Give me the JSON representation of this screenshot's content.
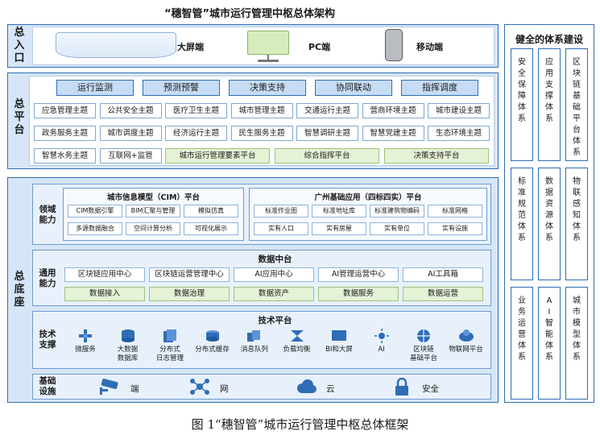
{
  "title": "“穗智管”城市运行管理中枢总体架构",
  "caption": "图 1“穗智管”城市运行管理中枢总体框架",
  "entry": {
    "label": "总入口",
    "items": [
      {
        "label": "大屏端",
        "icon": "large-screen-icon"
      },
      {
        "label": "PC端",
        "icon": "monitor-icon"
      },
      {
        "label": "移动端",
        "icon": "mobile-icon"
      }
    ]
  },
  "platform": {
    "label": "总平台",
    "tabs": [
      "运行监测",
      "预测预警",
      "决策支持",
      "协同联动",
      "指挥调度"
    ],
    "row1": [
      "应急管理主题",
      "公共安全主题",
      "医疗卫生主题",
      "城市管理主题",
      "交通运行主题",
      "营商环境主题",
      "城市建设主题"
    ],
    "row2": [
      "政务服务主题",
      "城市调度主题",
      "经济运行主题",
      "民生服务主题",
      "智慧调研主题",
      "智慧党建主题",
      "生态环境主题"
    ],
    "row3": [
      "智慧水务主题",
      "互联网+监管"
    ],
    "row3_green": [
      "城市运行管理要素平台",
      "综合指挥平台",
      "决策支持平台"
    ]
  },
  "base": {
    "label": "总底座",
    "domain": {
      "label": "领域能力",
      "cim": {
        "title": "城市信息模型（CIM）平台",
        "cells": [
          "CIM数据引擎",
          "BIM汇聚与管理",
          "模拟仿真",
          "多源数据融合",
          "空间计算分析",
          "可视化展示"
        ]
      },
      "gz": {
        "title": "广州基础应用（四标四实）平台",
        "cells": [
          "标准作业图",
          "标准地址库",
          "标准建筑物编码",
          "标准网格",
          "实有人口",
          "实有房屋",
          "实有单位",
          "实有设施"
        ]
      }
    },
    "general": {
      "label": "通用能力",
      "title": "数据中台",
      "row1": [
        "区块链应用中心",
        "区块链运营管理中心",
        "AI应用中心",
        "AI管理运营中心",
        "AI工具箱"
      ],
      "row2": [
        "数据接入",
        "数据治理",
        "数据资产",
        "数据服务",
        "数据运营"
      ]
    },
    "tech": {
      "label": "技术支撑",
      "title": "技术平台",
      "items": [
        {
          "label": "微服务",
          "icon": "microservice-icon"
        },
        {
          "label": "大数据\n数据库",
          "icon": "database-icon"
        },
        {
          "label": "分布式\n日志管理",
          "icon": "log-icon"
        },
        {
          "label": "分布式缓存",
          "icon": "cache-icon"
        },
        {
          "label": "消息队列",
          "icon": "message-queue-icon"
        },
        {
          "label": "负载均衡",
          "icon": "load-balance-icon"
        },
        {
          "label": "BI和大屏",
          "icon": "bi-screen-icon"
        },
        {
          "label": "AI",
          "icon": "ai-icon"
        },
        {
          "label": "区块链\n基础平台",
          "icon": "blockchain-icon"
        },
        {
          "label": "物联网平台",
          "icon": "iot-icon"
        }
      ]
    },
    "infra": {
      "label": "基础设施",
      "items": [
        {
          "label": "端",
          "icon": "camera-icon"
        },
        {
          "label": "网",
          "icon": "network-icon"
        },
        {
          "label": "云",
          "icon": "cloud-icon"
        },
        {
          "label": "安全",
          "icon": "lock-icon"
        }
      ]
    }
  },
  "system": {
    "title": "健全的体系建设",
    "items": [
      "安全保障体系",
      "应用支撑体系",
      "区块链基础平台体系",
      "标准规范体系",
      "数据资源体系",
      "物联感知体系",
      "业务运营体系",
      "AI智能体系",
      "城市模型体系"
    ]
  },
  "colors": {
    "border": "#2f6db5",
    "section_bg": "#d6e6f7",
    "green": "#e4f2d5"
  }
}
